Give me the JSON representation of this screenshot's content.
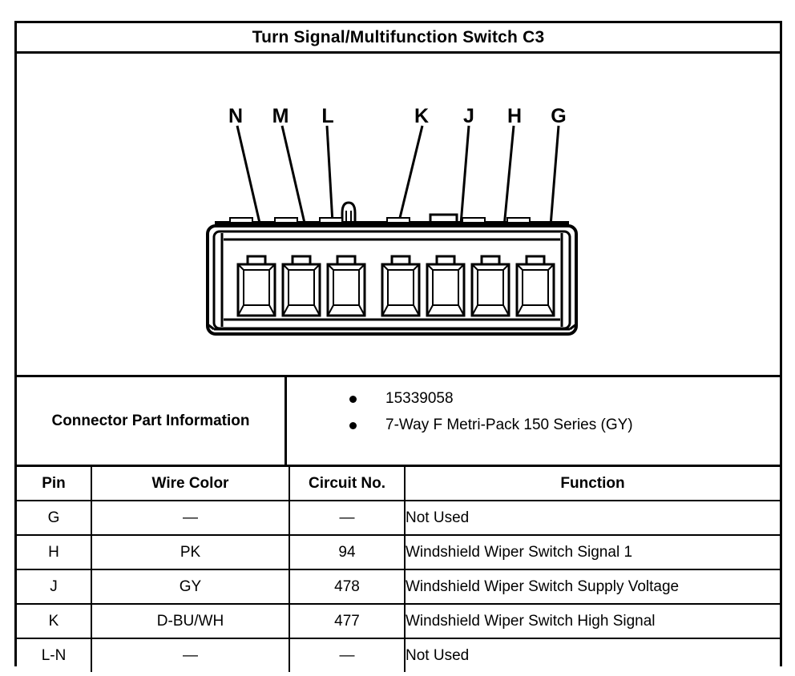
{
  "header": {
    "title": "Turn Signal/Multifunction Switch C3"
  },
  "diagram": {
    "type": "connector-face-view",
    "description": "7-Way female Metri-Pack 150 Series connector end view with leader lines to pin cavities",
    "cavity_count": 7,
    "pin_labels": [
      "N",
      "M",
      "L",
      "K",
      "J",
      "H",
      "G"
    ],
    "features": [
      "latch-tower",
      "keying-tab",
      "rounded-housing-corners"
    ]
  },
  "part_info": {
    "label": "Connector Part Information",
    "items": [
      "15339058",
      "7-Way F Metri-Pack 150 Series (GY)"
    ]
  },
  "pin_table": {
    "headers": [
      "Pin",
      "Wire Color",
      "Circuit No.",
      "Function"
    ],
    "rows": [
      {
        "pin": "G",
        "wire_color": "—",
        "circuit_no": "—",
        "function": "Not Used"
      },
      {
        "pin": "H",
        "wire_color": "PK",
        "circuit_no": "94",
        "function": "Windshield Wiper Switch Signal 1"
      },
      {
        "pin": "J",
        "wire_color": "GY",
        "circuit_no": "478",
        "function": "Windshield Wiper Switch Supply Voltage"
      },
      {
        "pin": "K",
        "wire_color": "D-BU/WH",
        "circuit_no": "477",
        "function": "Windshield Wiper Switch High Signal"
      },
      {
        "pin": "L-N",
        "wire_color": "—",
        "circuit_no": "—",
        "function": "Not Used"
      }
    ]
  },
  "colors": {
    "ink": "#000000",
    "paper": "#ffffff"
  }
}
